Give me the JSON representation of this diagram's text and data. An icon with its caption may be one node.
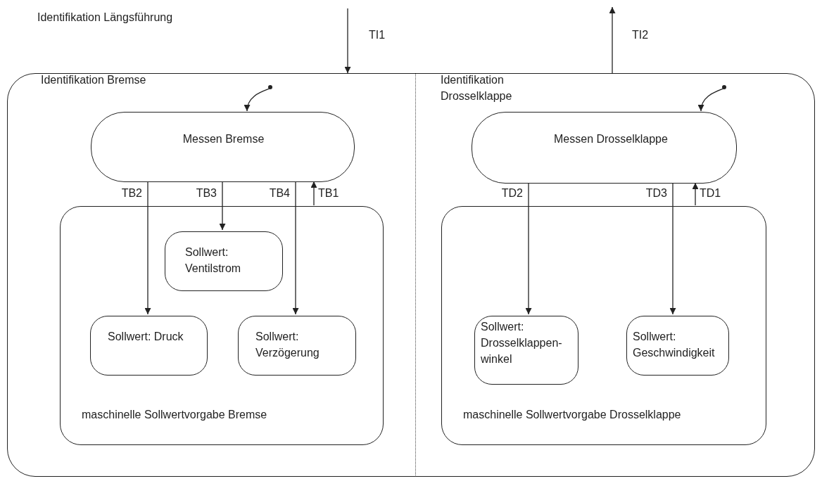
{
  "diagram": {
    "nodes": [
      {
        "text": [
          "Identifikation Längsführung"
        ]
      },
      {
        "text": [
          "Messen Bremse"
        ],
        "in": 0
      },
      {
        "text": [],
        "shape": "circle",
        "in": 0
      },
      {
        "text": [
          "maschinelle Sollwertvorgabe Bremse"
        ],
        "in": 0
      },
      {
        "text": [
          "Sollwert: Ventilstrom"
        ],
        "in": 3
      },
      {
        "text": [
          "Sollwert: Druck"
        ],
        "in": 3
      },
      {
        "text": [
          "Sollwert: Verzögerung"
        ],
        "in": 3
      },
      {
        "text": [
          "Messen Drosselklappe"
        ],
        "in": 0
      },
      {
        "text": [],
        "shape": "circle",
        "in": 0
      },
      {
        "text": [
          "maschinelle Sollwertvorgabe Drosselklappe"
        ],
        "in": 0
      },
      {
        "text": [
          "Sollwert: Drosselklappen-winkel"
        ],
        "in": 9
      },
      {
        "text": [
          "Sollwert: Geschwindigkeit"
        ],
        "in": 9
      }
    ],
    "edges": [
      {
        "from": null,
        "to": 0,
        "arrow": "to",
        "label": "TI1"
      },
      {
        "from": 0,
        "to": null,
        "arrow": "to",
        "label": "TI2"
      },
      {
        "from": 2,
        "to": 1,
        "arrow": "to"
      },
      {
        "from": 1,
        "to": 5,
        "arrow": "to",
        "label": "TB2"
      },
      {
        "from": 1,
        "to": 4,
        "arrow": "to",
        "label": "TB3"
      },
      {
        "from": 1,
        "to": 6,
        "arrow": "to",
        "label": "TB4"
      },
      {
        "from": 3,
        "to": 1,
        "arrow": "to",
        "label": "TB1"
      },
      {
        "from": 8,
        "to": 7,
        "arrow": "to"
      },
      {
        "from": 7,
        "to": 10,
        "arrow": "to",
        "label": "TD2"
      },
      {
        "from": 7,
        "to": 11,
        "arrow": "to",
        "label": "TD3"
      },
      {
        "from": 9,
        "to": 7,
        "arrow": "to",
        "label": "TD1"
      }
    ],
    "labels": [
      "Identifikation Bremse",
      "Identifikation Drosselklappe"
    ]
  }
}
